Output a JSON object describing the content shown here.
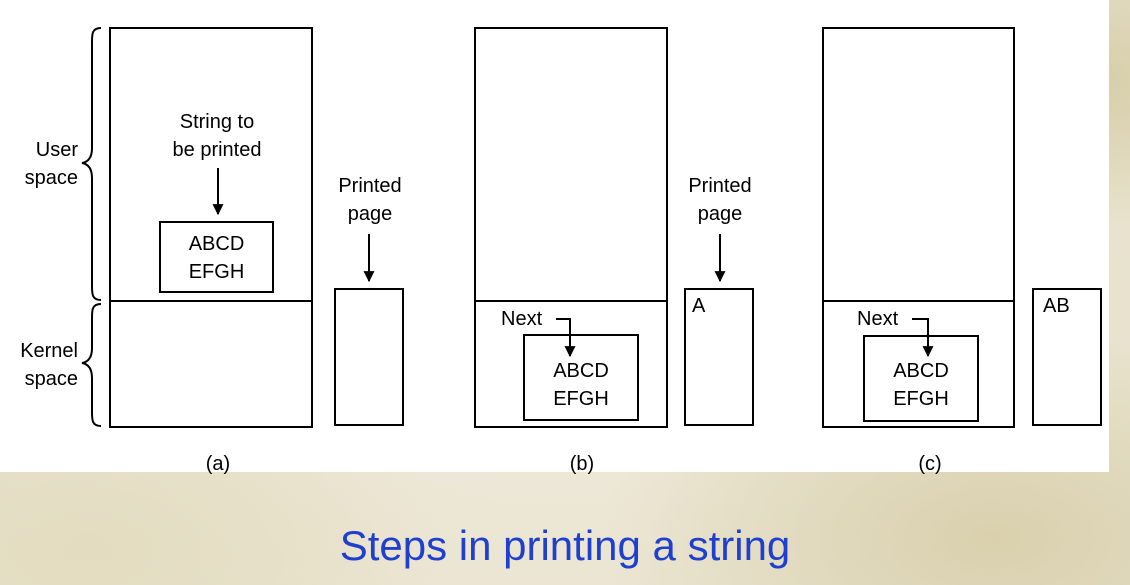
{
  "diagram": {
    "region_labels": {
      "user": [
        "User",
        "space"
      ],
      "kernel": [
        "Kernel",
        "space"
      ]
    },
    "panel_a": {
      "string_label": [
        "String to",
        "be printed"
      ],
      "buffer": [
        "ABCD",
        "EFGH"
      ],
      "printed_page_label": [
        "Printed",
        "page"
      ],
      "page_content": "",
      "sub_label": "(a)"
    },
    "panel_b": {
      "next_label": "Next",
      "buffer": [
        "ABCD",
        "EFGH"
      ],
      "printed_page_label": [
        "Printed",
        "page"
      ],
      "page_content": "A",
      "sub_label": "(b)"
    },
    "panel_c": {
      "next_label": "Next",
      "buffer": [
        "ABCD",
        "EFGH"
      ],
      "page_content": "AB",
      "sub_label": "(c)"
    }
  },
  "caption": "Steps in printing a string"
}
